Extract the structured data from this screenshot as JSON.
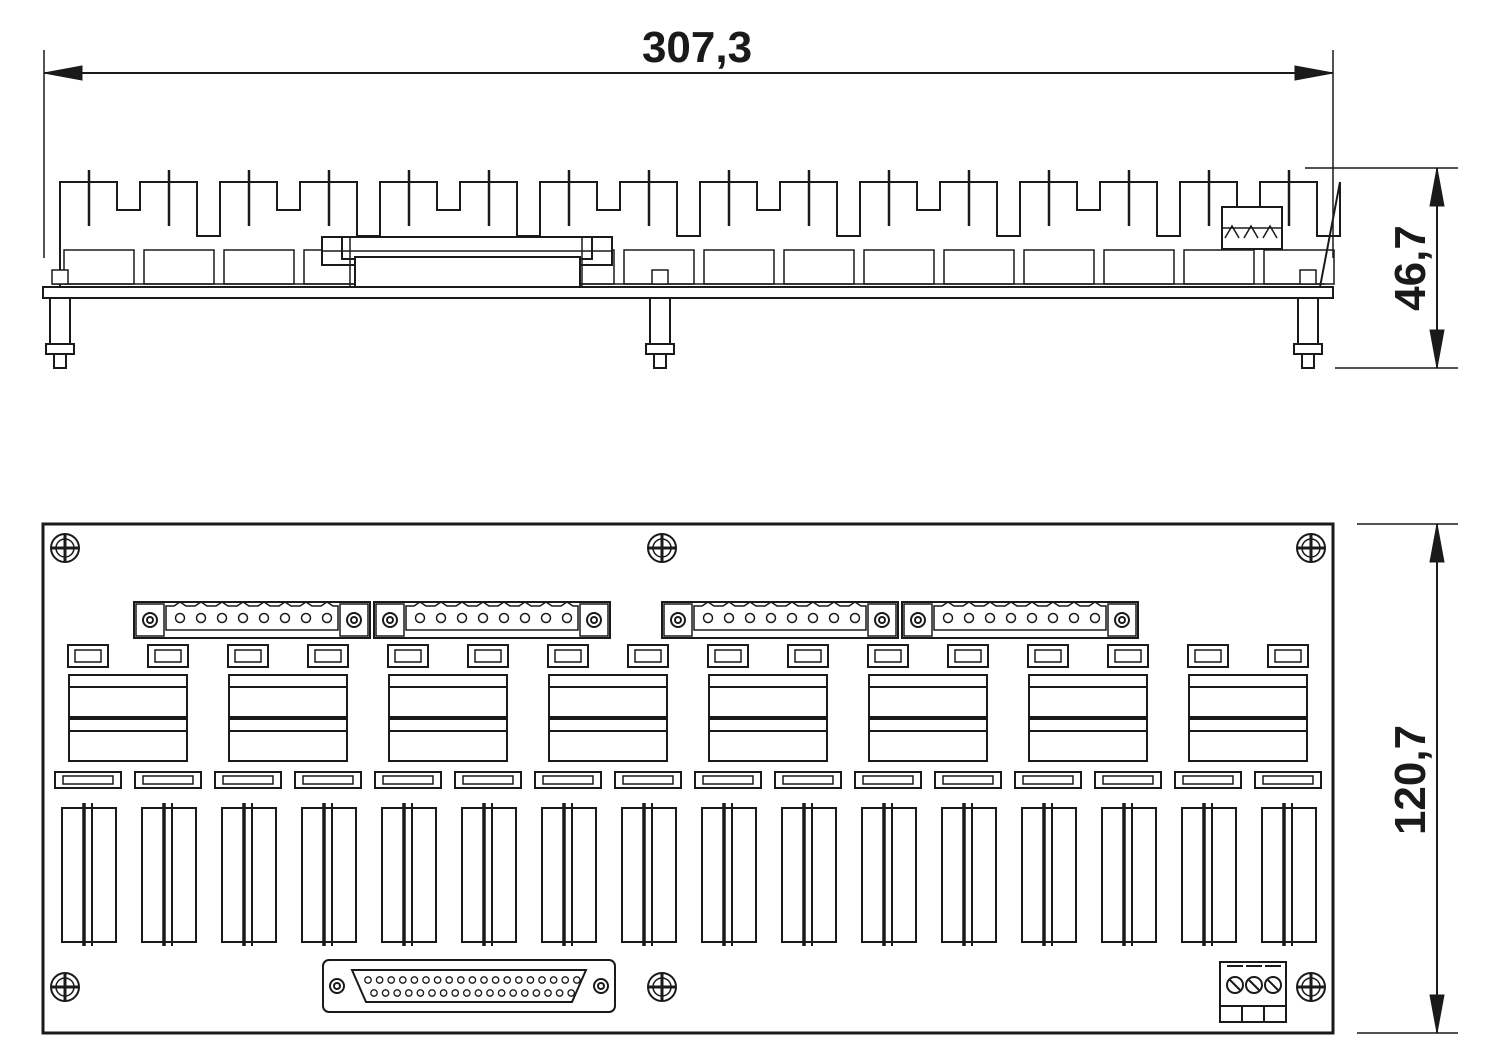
{
  "dimensions": {
    "width": "307,3",
    "height": "46,7",
    "depth": "120,7"
  },
  "views": [
    {
      "name": "side-view",
      "relay_modules": 16
    },
    {
      "name": "top-view",
      "relay_modules": 16,
      "relay_blocks": 8,
      "terminal_blocks": 4
    }
  ],
  "colors": {
    "line": "#1a1a1a",
    "background": "#ffffff"
  }
}
